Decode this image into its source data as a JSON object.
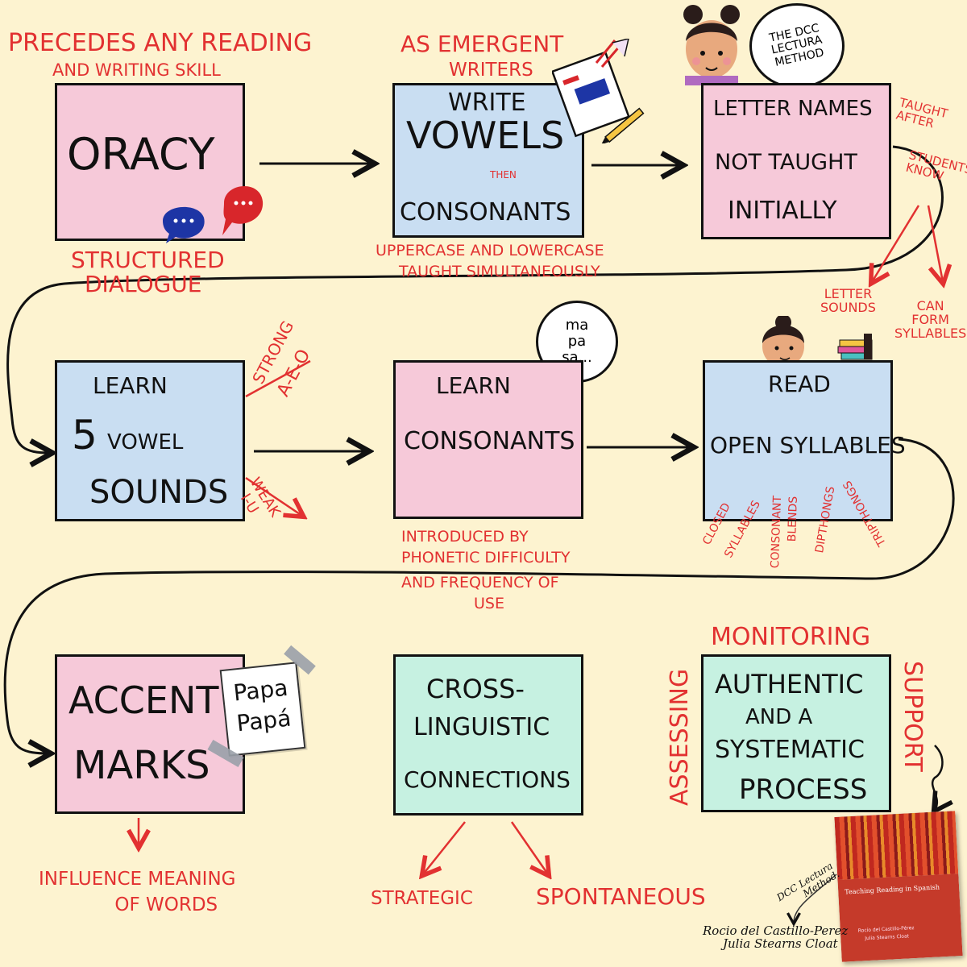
{
  "row1": {
    "oracy": {
      "above": [
        "Precedes any reading",
        "and writing skill"
      ],
      "title": "Oracy",
      "below": [
        "Structured",
        "Dialogue"
      ]
    },
    "vowels": {
      "above": [
        "As emergent",
        "writers"
      ],
      "write": "Write",
      "vowels": "Vowels",
      "then": "then",
      "consonants": "Consonants",
      "below": [
        "Uppercase and lowercase",
        "taught simultaneously"
      ]
    },
    "letters": {
      "bubble": [
        "The DCC",
        "Lectura",
        "Method"
      ],
      "lines": [
        "Letter names",
        "Not taught",
        "Initially"
      ],
      "side_top": [
        "Taught",
        "After"
      ],
      "side_mid": [
        "Students",
        "Know"
      ],
      "branch_a": [
        "Letter",
        "sounds"
      ],
      "branch_b": [
        "Can",
        "form",
        "Syllables"
      ]
    }
  },
  "row2": {
    "vowel_sounds": {
      "lines": [
        "Learn",
        "5",
        "Vowel",
        "Sounds"
      ],
      "strong": "Strong",
      "strong_vowels": "a-e-o",
      "weak": "Weak",
      "weak_vowels": "i-u"
    },
    "consonants": {
      "bubble": [
        "ma",
        "pa",
        "sa..."
      ],
      "lines": [
        "Learn",
        "Consonants"
      ],
      "below": [
        "Introduced by",
        "phonetic difficulty",
        "and frequency of",
        "use"
      ]
    },
    "syllables": {
      "lines": [
        "Read",
        "Open Syllables"
      ],
      "diagonal": [
        "Closed",
        "Syllables",
        "Consonant",
        "Blends",
        "Dipthongs",
        "Tripthongs"
      ]
    }
  },
  "row3": {
    "accents": {
      "lines": [
        "Accent",
        "Marks"
      ],
      "note": [
        "Papa",
        "Papá"
      ],
      "below": [
        "Influence meaning",
        "of words"
      ]
    },
    "cross": {
      "lines": [
        "Cross-",
        "Linguistic",
        "Connections"
      ],
      "branch_a": "Strategic",
      "branch_b": "Spontaneous"
    },
    "monitoring": {
      "top": "Monitoring",
      "left": "Assessing",
      "right": "Support",
      "lines": [
        "Authentic",
        "and a",
        "Systematic",
        "Process"
      ]
    }
  },
  "credit": {
    "book_title": "Teaching Reading in Spanish",
    "book_authors": [
      "Rocío del Castillo-Pérez",
      "Julia Stearns Cloat"
    ],
    "method_note": [
      "DCC Lectura",
      "Method."
    ],
    "signature": [
      "Rocio del Castillo-Perez",
      "Julia Stearns Cloat"
    ]
  },
  "colors": {
    "background": "#fdf3d0",
    "accent_red": "#e23131",
    "pink_box": "#f6c9d9",
    "blue_box": "#c9def2",
    "mint_box": "#c6f1e1"
  }
}
